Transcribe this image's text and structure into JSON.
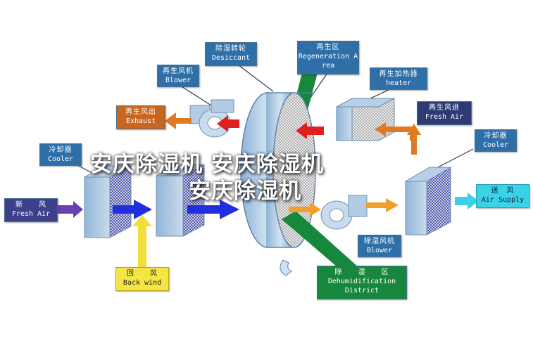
{
  "labels": {
    "desiccant": {
      "cn": "除湿转轮",
      "en": "Desiccant"
    },
    "regen_area": {
      "cn": "再生区",
      "en": "Regeneration Area"
    },
    "regen_blower": {
      "cn": "再生风机",
      "en": "Blower"
    },
    "regen_heater": {
      "cn": "再生加热器",
      "en": "heater"
    },
    "exhaust": {
      "cn": "再生风出",
      "en": "Exhaust"
    },
    "regen_fresh_air": {
      "cn": "再生风进",
      "en": "Fresh Air"
    },
    "cooler_left": {
      "cn": "冷却器",
      "en": "Cooler"
    },
    "cooler_right": {
      "cn": "冷却器",
      "en": "Cooler"
    },
    "fresh_air": {
      "cn": "新　　风",
      "en": "Fresh Air"
    },
    "air_supply": {
      "cn": "送　风",
      "en": "Air Supply"
    },
    "dehum_blower": {
      "cn": "除湿风机",
      "en": "Blower"
    },
    "back_wind": {
      "cn": "回　　风",
      "en": "Back wind"
    },
    "dehum_district": {
      "cn": "除　　湿　　区",
      "en": "Dehumidification District"
    }
  },
  "watermark": {
    "line1": "安庆除湿机  安庆除湿机",
    "line2": "安庆除湿机"
  },
  "colors": {
    "box_blue": "#2e6fa8",
    "box_navy": "#2d3a74",
    "exhaust_orange": "#c8651f",
    "green": "#16873c",
    "cyan": "#3bd1e7",
    "yellow": "#f4e445"
  }
}
